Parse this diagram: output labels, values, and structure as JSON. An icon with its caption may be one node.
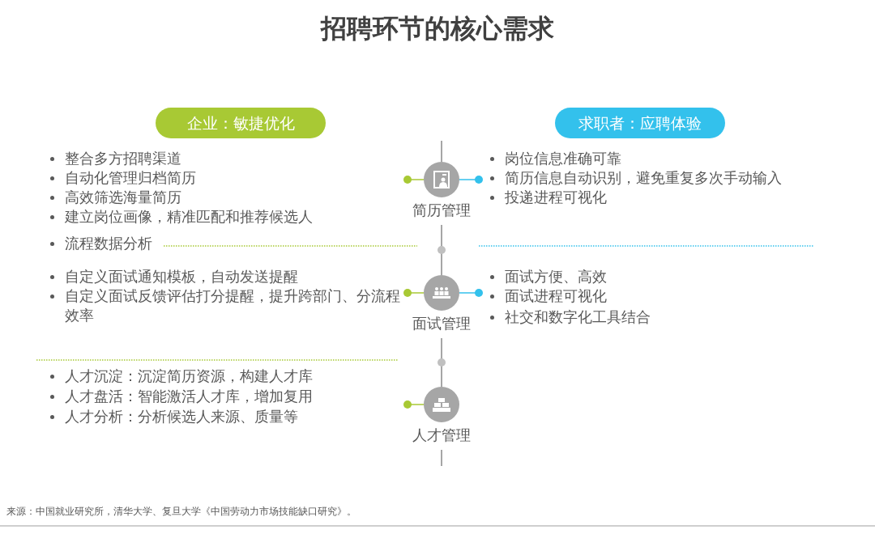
{
  "diagram": {
    "title": "招聘环节的核心需求",
    "nodes": [
      {
        "text": [
          "企业：敏捷优化"
        ]
      },
      {
        "text": [
          "求职者：应聘体验"
        ]
      },
      {
        "text": [
          "简历管理"
        ]
      },
      {
        "text": [
          "面试管理"
        ]
      },
      {
        "text": [
          "人才管理"
        ]
      }
    ],
    "edges": [
      {
        "from": 2,
        "to": 3,
        "arrow": "none"
      },
      {
        "from": 3,
        "to": 4,
        "arrow": "none"
      }
    ],
    "labels": [
      "整合多方招聘渠道",
      "自动化管理归档简历",
      "高效筛选海量简历",
      "建立岗位画像，精准匹配和推荐候选人",
      "岗位信息准确可靠",
      "简历信息自动识别，避免重复多次手动输入",
      "投递进程可视化",
      "流程数据分析",
      "自定义面试通知模板，自动发送提醒",
      "自定义面试反馈评估打分提醒，提升跨部门、分流程效率",
      "面试方便、高效",
      "面试进程可视化",
      "社交和数字化工具结合",
      "人才沉淀：沉淀简历资源，构建人才库",
      "人才盘活：智能激活人才库，增加复用",
      "人才分析：分析候选人来源、质量等",
      "来源：中国就业研究所，清华大学、复旦大学《中国劳动力市场技能缺口研究》。"
    ]
  }
}
